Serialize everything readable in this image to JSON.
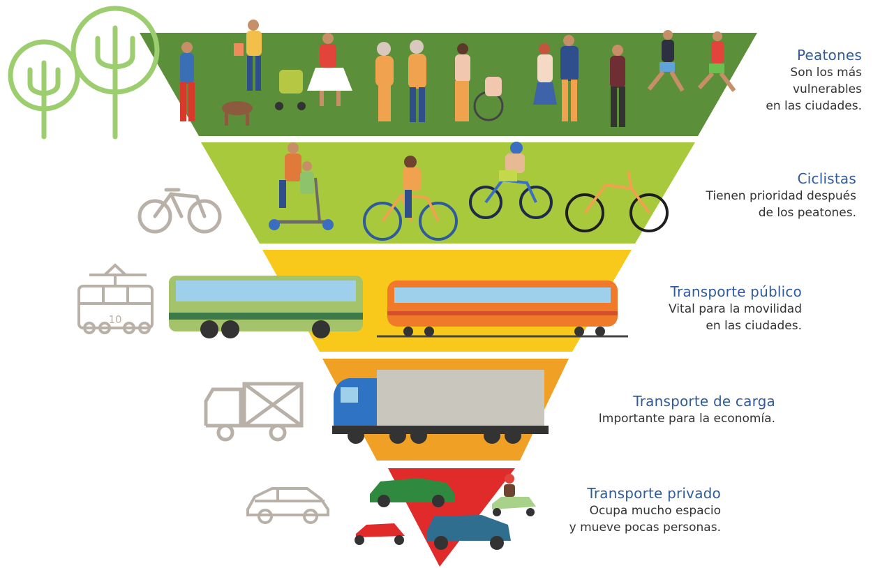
{
  "levels": [
    {
      "title": "Peatones",
      "description": "Son los más\nvulnerables\nen las ciudades.",
      "color": "#5b8f3a"
    },
    {
      "title": "Ciclistas",
      "description": "Tienen prioridad después\nde los peatones.",
      "color": "#a7c93b"
    },
    {
      "title": "Transporte público",
      "description": "Vital para la movilidad\nen las ciudades.",
      "color": "#f8c81b"
    },
    {
      "title": "Transporte de carga",
      "description": "Importante para la economía.",
      "color": "#f0a024"
    },
    {
      "title": "Transporte privado",
      "description": "Ocupa mucho espacio\ny mueve pocas personas.",
      "color": "#e12a2a"
    }
  ],
  "icons": {
    "trees": "trees-icon",
    "bicycle": "bicycle-outline-icon",
    "tram": "tram-outline-icon",
    "truck": "truck-outline-icon",
    "car": "car-outline-icon"
  },
  "tram_number": "10",
  "colors": {
    "title_text": "#2f5a9c",
    "body_text": "#333333",
    "outline_icons": "#b9b0a8",
    "tree_green": "#9ccd6f"
  }
}
